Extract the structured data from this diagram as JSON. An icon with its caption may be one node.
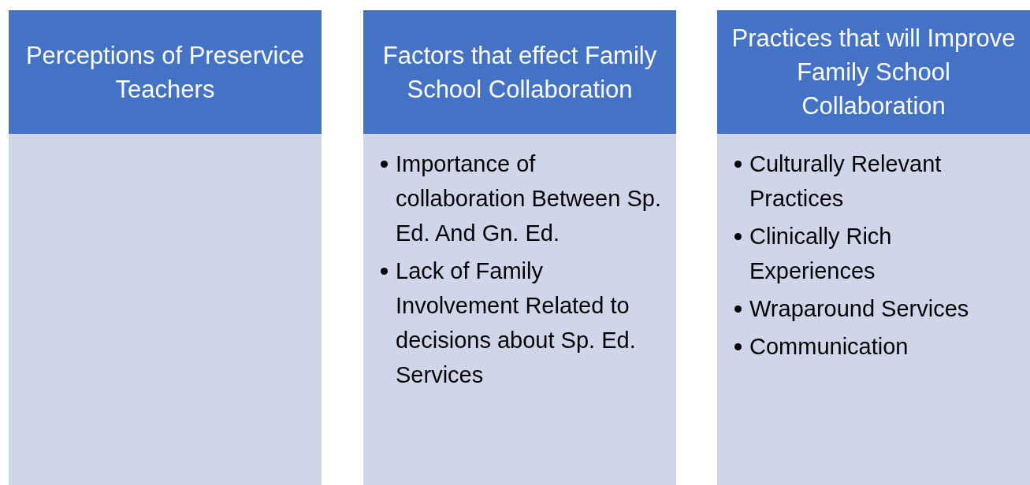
{
  "diagram": {
    "nodes": [
      {
        "text": [
          "Perceptions of Preservice Teachers"
        ]
      },
      {
        "text": [],
        "shape": "box"
      },
      {
        "text": [
          "Factors that effect Family School Collaboration"
        ]
      },
      {
        "text": [
          "Importance of collaboration Between Sp. Ed. And Gn. Ed.",
          "Lack of Family Involvement Related to decisions about Sp. Ed. Services"
        ]
      },
      {
        "text": [
          "Practices that will Improve Family School Collaboration"
        ]
      },
      {
        "text": [
          "Culturally Relevant Practices",
          "Clinically Rich Experiences",
          "Wraparound Services",
          "Communication"
        ]
      }
    ]
  }
}
